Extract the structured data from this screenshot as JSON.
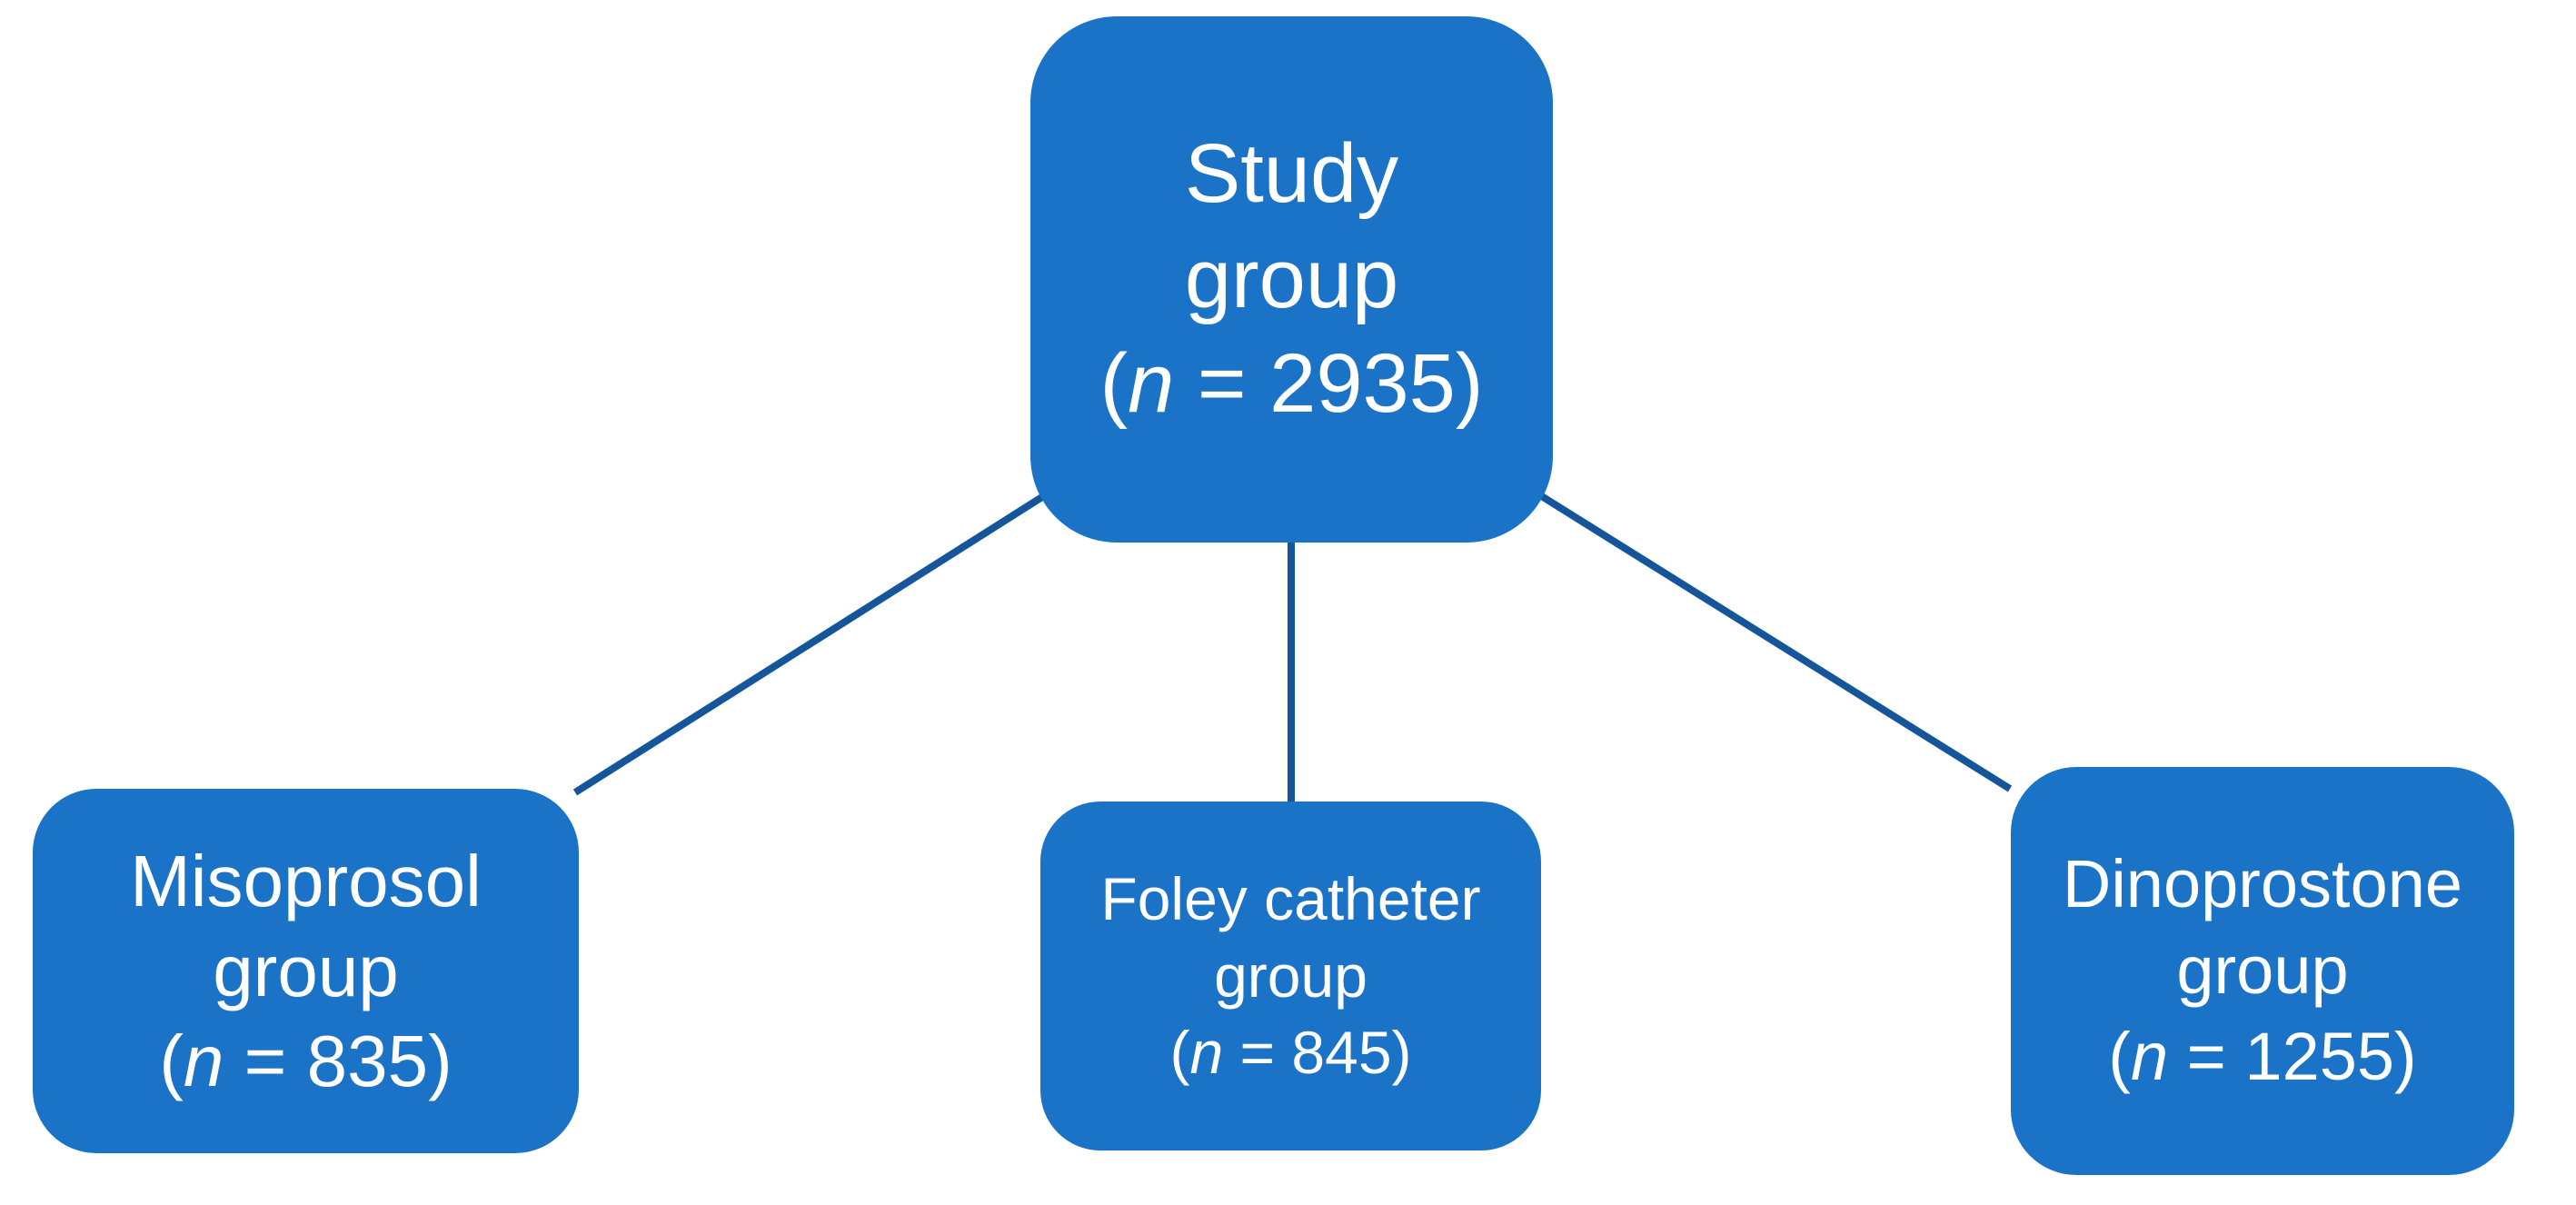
{
  "colors": {
    "box_fill": "#1B73C8",
    "connector": "#15569B",
    "text": "#FFFFFF",
    "background": "#FFFFFF"
  },
  "nodes": {
    "root": {
      "line1": "Study",
      "line2": "group",
      "count_prefix": "(",
      "count_n": "n",
      "count_suffix": " = 2935)"
    },
    "misoprosol": {
      "line1": "Misoprosol",
      "line2": "group",
      "count_prefix": "(",
      "count_n": "n",
      "count_suffix": " = 835)"
    },
    "foley": {
      "line1": "Foley catheter",
      "line2": "group",
      "count_prefix": "(",
      "count_n": "n",
      "count_suffix": " = 845)"
    },
    "dinoprostone": {
      "line1": "Dinoprostone",
      "line2": "group",
      "count_prefix": "(",
      "count_n": "n",
      "count_suffix": " = 1255)"
    }
  },
  "connections": [
    {
      "from": "root",
      "to": "misoprosol"
    },
    {
      "from": "root",
      "to": "foley"
    },
    {
      "from": "root",
      "to": "dinoprostone"
    }
  ]
}
